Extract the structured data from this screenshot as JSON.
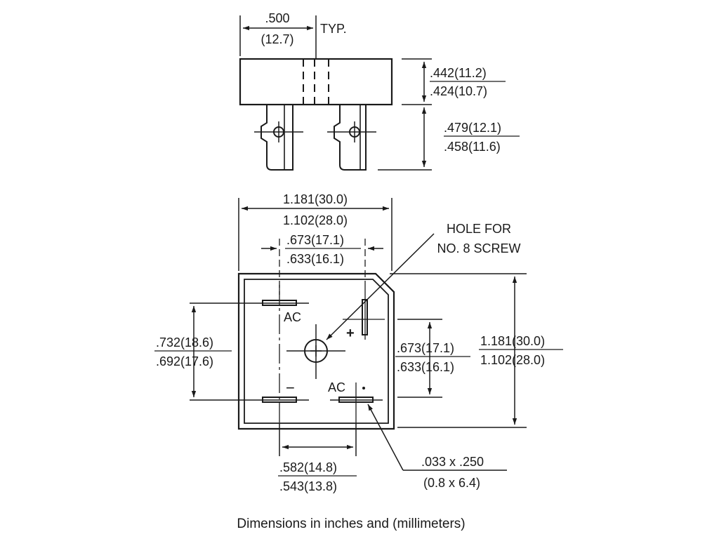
{
  "top_view": {
    "pitch_in": ".500",
    "pitch_mm": "(12.7)",
    "pitch_note": "TYP.",
    "body_height_max": ".442(11.2)",
    "body_height_min": ".424(10.7)",
    "lead_length_max": ".479(12.1)",
    "lead_length_min": ".458(11.6)"
  },
  "bottom_view": {
    "overall_width_max": "1.181(30.0)",
    "overall_width_min": "1.102(28.0)",
    "inner_width_max": ".673(17.1)",
    "inner_width_min": ".633(16.1)",
    "hole_label_line1": "HOLE FOR",
    "hole_label_line2": "NO. 8 SCREW",
    "left_height_max": ".732(18.6)",
    "left_height_min": ".692(17.6)",
    "right_inner_max": ".673(17.1)",
    "right_inner_min": ".633(16.1)",
    "overall_height_max": "1.181(30.0)",
    "overall_height_min": "1.102(28.0)",
    "bottom_spacing_max": ".582(14.8)",
    "bottom_spacing_min": ".543(13.8)",
    "terminal_size_in": ".033 x .250",
    "terminal_size_mm": "(0.8 x 6.4)",
    "pin_ac_top": "AC",
    "pin_ac_bottom": "AC",
    "pin_plus": "+",
    "pin_minus": "−"
  },
  "caption": "Dimensions in inches and (millimeters)"
}
